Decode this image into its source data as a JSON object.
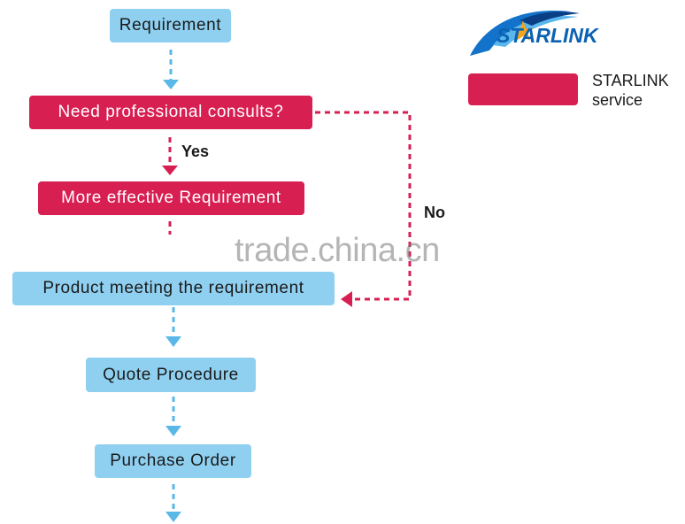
{
  "nodes": {
    "requirement": "Requirement",
    "consult_question": "Need professional consults?",
    "more_effective": "More effective Requirement",
    "product_meeting": "Product meeting the requirement",
    "quote": "Quote Procedure",
    "purchase": "Purchase Order"
  },
  "edges": {
    "yes": "Yes",
    "no": "No"
  },
  "legend": {
    "label_line1": "STARLINK",
    "label_line2": "service",
    "swatch_color": "#d81f52"
  },
  "logo": {
    "text": "STARLINK"
  },
  "watermark": "trade.china.cn",
  "colors": {
    "blue_box": "#8fd0f1",
    "red_box": "#d81f52",
    "blue_arrow": "#5ab8e8",
    "red_arrow": "#d81f52"
  }
}
